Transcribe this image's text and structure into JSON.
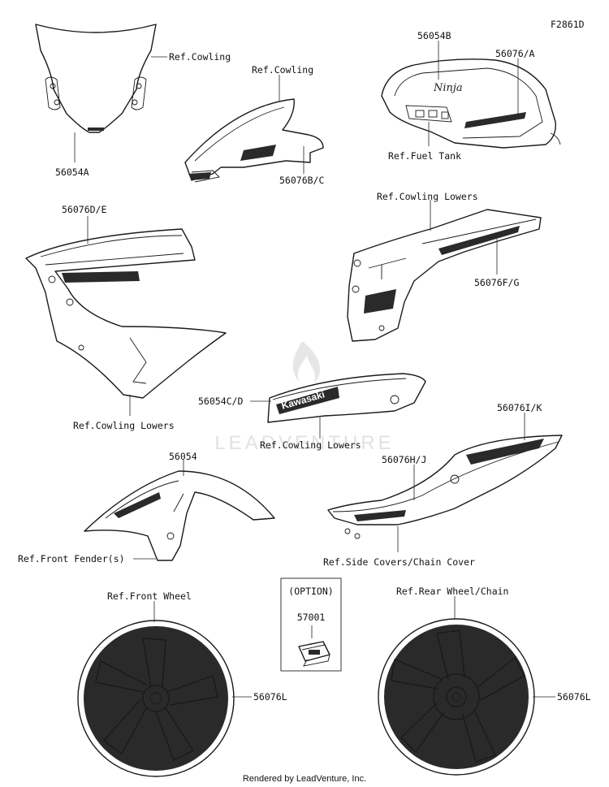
{
  "figure_code": "F2861D",
  "watermark": "LEADVENTURE",
  "footer": "Rendered by LeadVenture, Inc.",
  "labels": {
    "ref_cowling_windshield": "Ref.Cowling",
    "part_56054A": "56054A",
    "ref_cowling_upper": "Ref.Cowling",
    "part_56076BC": "56076B/C",
    "part_56054B": "56054B",
    "part_56076A": "56076/A",
    "ref_fuel_tank": "Ref.Fuel Tank",
    "part_56076DE": "56076D/E",
    "ref_cowling_lowers_right": "Ref.Cowling Lowers",
    "part_56076FG": "56076F/G",
    "ref_cowling_lowers_left": "Ref.Cowling Lowers",
    "part_56054CD": "56054C/D",
    "ref_cowling_lowers_center": "Ref.Cowling Lowers",
    "part_56076IK": "56076I/K",
    "part_56076HJ": "56076H/J",
    "part_56054": "56054",
    "ref_front_fender": "Ref.Front Fender(s)",
    "ref_side_covers": "Ref.Side Covers/Chain Cover",
    "option": "(OPTION)",
    "part_57001": "57001",
    "ref_front_wheel": "Ref.Front Wheel",
    "part_56076L_front": "56076L",
    "ref_rear_wheel": "Ref.Rear Wheel/Chain",
    "part_56076L_rear": "56076L"
  },
  "decal_text": {
    "tank_logo": "Ninja",
    "side_cowl_logo": "Kawasaki"
  }
}
